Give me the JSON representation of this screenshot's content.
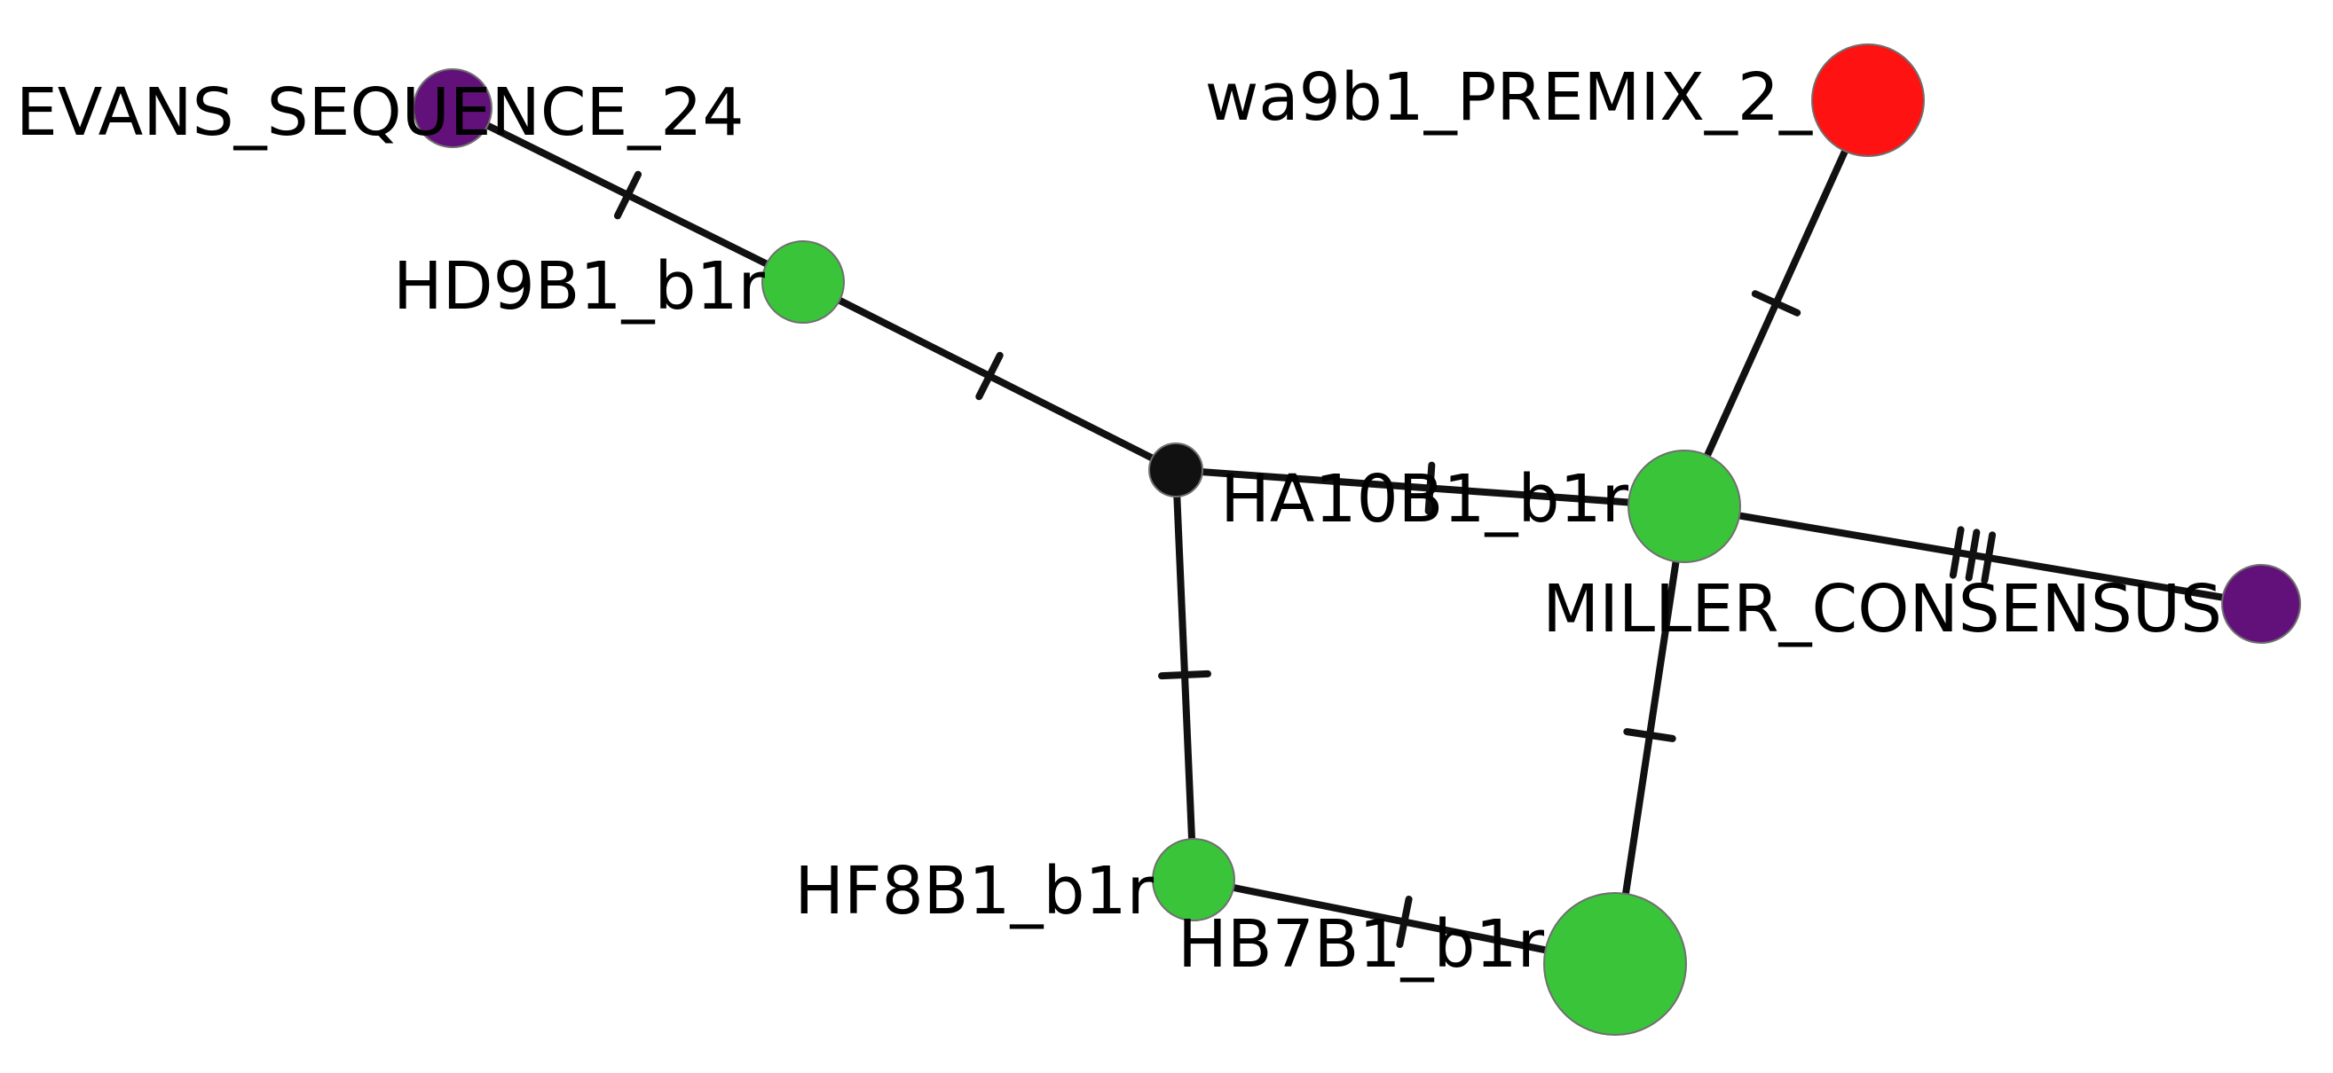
{
  "colors": {
    "green": "#3ac43a",
    "purple": "#63117a",
    "red": "#ff1212",
    "median": "#111111"
  },
  "nodes": [
    {
      "id": "evans",
      "label": "EVANS_SEQUENCE_24",
      "color": "purple"
    },
    {
      "id": "hd9b1",
      "label": "HD9B1_b1r",
      "color": "green"
    },
    {
      "id": "median",
      "label": "",
      "color": "median"
    },
    {
      "id": "wa9b1",
      "label": "wa9b1_PREMIX_2_",
      "color": "red"
    },
    {
      "id": "ha10b1",
      "label": "HA10B1_b1r",
      "color": "green"
    },
    {
      "id": "miller",
      "label": "MILLER_CONSENSUS",
      "color": "purple"
    },
    {
      "id": "hf8b1",
      "label": "HF8B1_b1r",
      "color": "green"
    },
    {
      "id": "hb7b1",
      "label": "HB7B1_b1r",
      "color": "green"
    }
  ],
  "edges": [
    {
      "from": "evans",
      "to": "hd9b1",
      "mutations": 1
    },
    {
      "from": "hd9b1",
      "to": "median",
      "mutations": 1
    },
    {
      "from": "median",
      "to": "ha10b1",
      "mutations": 1
    },
    {
      "from": "median",
      "to": "hf8b1",
      "mutations": 1
    },
    {
      "from": "wa9b1",
      "to": "ha10b1",
      "mutations": 1
    },
    {
      "from": "ha10b1",
      "to": "miller",
      "mutations": 3
    },
    {
      "from": "ha10b1",
      "to": "hb7b1",
      "mutations": 1
    },
    {
      "from": "hf8b1",
      "to": "hb7b1",
      "mutations": 1
    }
  ]
}
